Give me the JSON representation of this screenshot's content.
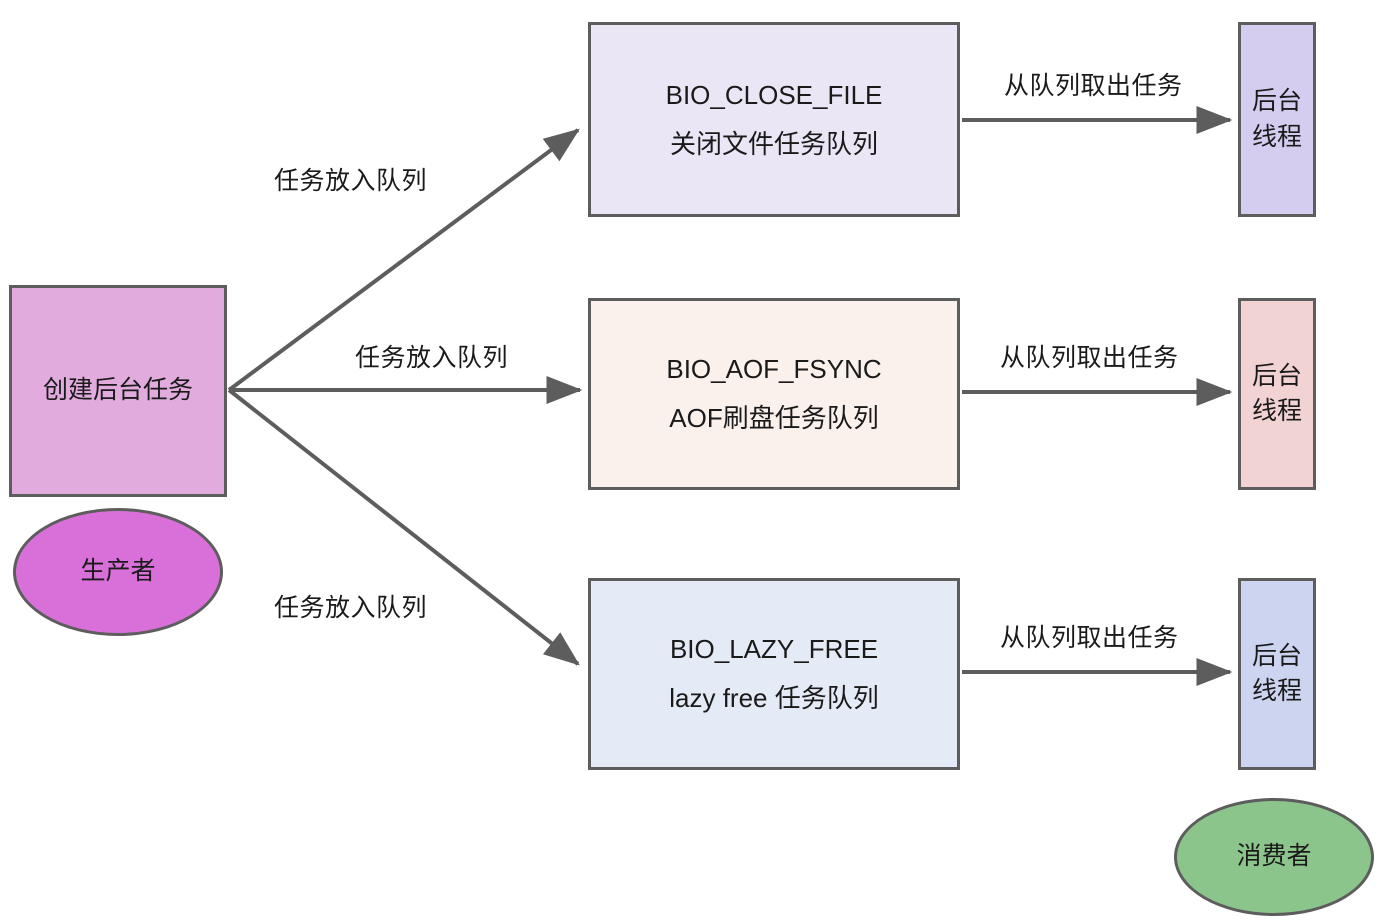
{
  "diagram": {
    "title": "Redis background IO (bio) producer-consumer task queues",
    "colors": {
      "stroke": "#5d5d5d",
      "text": "#1a1a1a",
      "producer_box_fill": "#e2abdd",
      "producer_ellipse_fill": "#d970d9",
      "consumer_ellipse_fill": "#8cc58c",
      "queue_fills": [
        "#eae6f6",
        "#faf0ec",
        "#e4eaf6"
      ],
      "thread_fills": [
        "#d4cdf0",
        "#f2d3d3",
        "#ccd4ef"
      ]
    }
  },
  "producer": {
    "box_label": "创建后台任务",
    "role_label": "生产者"
  },
  "consumer": {
    "role_label": "消费者"
  },
  "queues": [
    {
      "id": "bio-close-file",
      "name": "BIO_CLOSE_FILE",
      "description": "关闭文件任务队列",
      "enqueue_label": "任务放入队列",
      "dequeue_label": "从队列取出任务",
      "thread_line1": "后台",
      "thread_line2": "线程"
    },
    {
      "id": "bio-aof-fsync",
      "name": "BIO_AOF_FSYNC",
      "description": "AOF刷盘任务队列",
      "enqueue_label": "任务放入队列",
      "dequeue_label": "从队列取出任务",
      "thread_line1": "后台",
      "thread_line2": "线程"
    },
    {
      "id": "bio-lazy-free",
      "name": "BIO_LAZY_FREE",
      "description": "lazy free 任务队列",
      "enqueue_label": "任务放入队列",
      "dequeue_label": "从队列取出任务",
      "thread_line1": "后台",
      "thread_line2": "线程"
    }
  ]
}
